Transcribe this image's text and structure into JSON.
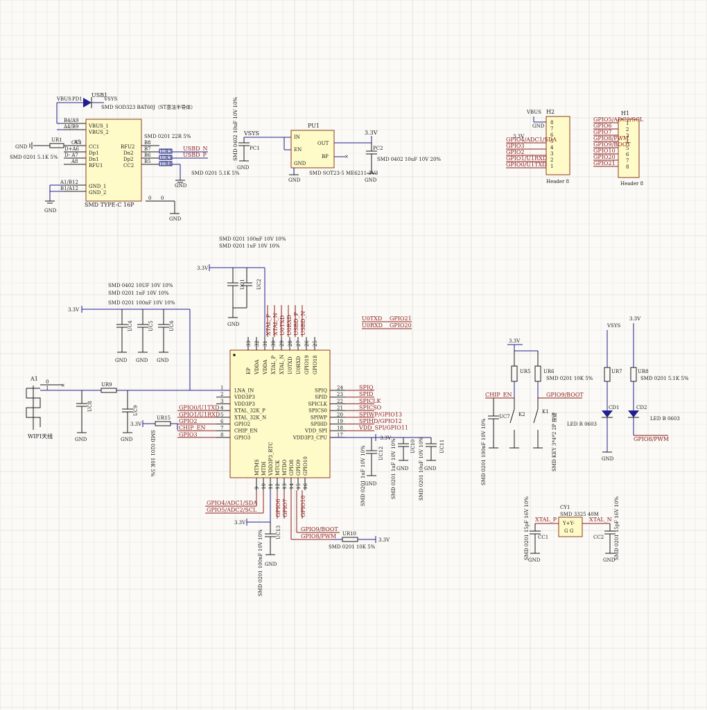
{
  "grid": {
    "minor_color": "#e6e6e6",
    "major_color": "#d0d0d0"
  },
  "colors": {
    "wire": "#1f1f8f",
    "net": "#8b1a1a",
    "component": "#1a1a1a",
    "body_fill": "#fffbc8"
  },
  "usb": {
    "ref": "USB1",
    "footprint": "SMD TYPE-C 16P",
    "pins_left": [
      "B4/A9",
      "A4/B9",
      "CC1",
      "D+A6",
      "D- A7",
      "A8",
      "A1/B12",
      "B1/A12"
    ],
    "inner_left": [
      "VBUS_1",
      "VBUS_2",
      "CC1",
      "Dp1",
      "Dn1",
      "RFU1",
      "GND_1",
      "GND_2"
    ],
    "inner_right": [
      "RFU2",
      "Dn2",
      "Dp2",
      "CC2"
    ],
    "pins_right": [
      "B8",
      "B7",
      "B6",
      "B5"
    ],
    "vbus": "VBUS",
    "vsys": "VSYS",
    "diode_ref": "PD1",
    "diode_value": "SMD SOD323 BAT60J（ST意法半导体）",
    "ur1_ref": "UR1",
    "ur1_value": "SMD 0201 5.1K 5%",
    "ur2_value": "SMD 0201 22R 5%",
    "ur_refs": [
      "UR2",
      "UR3",
      "UR4"
    ],
    "ur4_value": "SMD 0201 5.1K 5%",
    "net_usbd_n": "USBD_N",
    "net_usbd_p": "USBD_P",
    "gnd": "GND",
    "zero": "0",
    "a5_label": "A5"
  },
  "ldo": {
    "ref": "PU1",
    "value": "SMD SOT23-5 ME6211-3V3",
    "pins": [
      "IN",
      "EN",
      "GND",
      "OUT",
      "BP"
    ],
    "pc1_ref": "PC1",
    "pc1_value": "SMD 0402 10uF 10V 10%",
    "pc2_ref": "PC2",
    "pc2_value": "SMD 0402 10uF 10V 20%",
    "vsys": "VSYS",
    "out_net": "3.3V",
    "gnd": "GND"
  },
  "h2": {
    "ref": "H2",
    "value": "Header 8",
    "vbus": "VBUS",
    "gnd": "GND",
    "v33": "3.3V",
    "nets": [
      "GPIO4/ADC1/SDA",
      "GPIO3",
      "GPIO2",
      "GPIO1/U1RXD",
      "GPIO0/U1TXD"
    ],
    "pins": [
      "8",
      "7",
      "6",
      "5",
      "4",
      "3",
      "2",
      "1"
    ]
  },
  "h1": {
    "ref": "H1",
    "value": "Header 8",
    "nets": [
      "GPIO5/ADC2/SCL",
      "GPIO6",
      "GPIO7",
      "GPIO8/PWM",
      "GPIO9/BOOT",
      "GPIO10",
      "GPIO20",
      "GPIO21"
    ],
    "pins": [
      "1",
      "2",
      "3",
      "4",
      "5",
      "6",
      "7",
      "8"
    ]
  },
  "mcu": {
    "left_pins": [
      {
        "num": "1",
        "name": "LNA_IN",
        "net": ""
      },
      {
        "num": "2",
        "name": "VDD3P3",
        "net": ""
      },
      {
        "num": "3",
        "name": "VDD3P3",
        "net": ""
      },
      {
        "num": "4",
        "name": "XTAL_32K_P",
        "net": "GPIO0/U1TXD"
      },
      {
        "num": "5",
        "name": "XTAL_32K_N",
        "net": "GPIO1/U1RXD"
      },
      {
        "num": "6",
        "name": "GPIO2",
        "net": "GPIO2"
      },
      {
        "num": "7",
        "name": "CHIP_EN",
        "net": "CHIP_EN"
      },
      {
        "num": "8",
        "name": "GPIO3",
        "net": "GPIO3"
      }
    ],
    "right_pins": [
      {
        "num": "24",
        "name": "SPIQ",
        "net": "SPIQ"
      },
      {
        "num": "23",
        "name": "SPID",
        "net": "SPID"
      },
      {
        "num": "22",
        "name": "SPICLK",
        "net": "SPICLK"
      },
      {
        "num": "21",
        "name": "SPICS0",
        "net": "SPICSO"
      },
      {
        "num": "20",
        "name": "SPIWP",
        "net": "SPIWP/GPIO13"
      },
      {
        "num": "19",
        "name": "SPIHD",
        "net": "SPIHD/GPIO12"
      },
      {
        "num": "18",
        "name": "VDD_SPI",
        "net": "VDD_SPI/GPIO11"
      },
      {
        "num": "17",
        "name": "VDD3P3_CPU",
        "net": ""
      }
    ],
    "top_pins": [
      {
        "num": "33",
        "name": "EP"
      },
      {
        "num": "32",
        "name": "VDDA"
      },
      {
        "num": "31",
        "name": "VDDA"
      },
      {
        "num": "30",
        "name": "XTAL_P"
      },
      {
        "num": "29",
        "name": "XTAL_N"
      },
      {
        "num": "28",
        "name": "U0TXD"
      },
      {
        "num": "27",
        "name": "U0RXD"
      },
      {
        "num": "26",
        "name": "GPIO19"
      },
      {
        "num": "25",
        "name": "GPIO18"
      }
    ],
    "bottom_pins": [
      {
        "num": "9",
        "name": "MTMS"
      },
      {
        "num": "10",
        "name": "MTDI"
      },
      {
        "num": "11",
        "name": "VDD3P3_RTC"
      },
      {
        "num": "12",
        "name": "MTCK"
      },
      {
        "num": "13",
        "name": "MTDO"
      },
      {
        "num": "14",
        "name": "GPIO8"
      },
      {
        "num": "15",
        "name": "GPIO9"
      },
      {
        "num": "16",
        "name": "GPIO10"
      }
    ],
    "top_nets": [
      "XTAL_P",
      "XTAL_N",
      "U0TXD",
      "U0RXD",
      "USBD_P",
      "USBD_N"
    ],
    "bottom_nets": [
      "GPIO4/ADC1/SDA",
      "GPIO5/ADC2/SCL",
      "GPIO6",
      "GPIO7",
      "GPIO10",
      "GPIO9/BOOT",
      "GPIO8/PWM"
    ],
    "uart_nets": [
      "U0TXD",
      "GPIO21",
      "U0RXD",
      "GPIO20"
    ]
  },
  "decoupling": {
    "top_label1": "SMD 0201 100nF 10V 10%",
    "top_label2": "SMD 0201 1uF 10V 10%",
    "left_label1": "SMD 0402 10UF 10V 10%",
    "left_label2": "SMD 0201 1uF 10V 10%",
    "left_label3": "SMD 0201 100nF 10V 10%",
    "v33": "3.3V",
    "gnd": "GND",
    "uc1": "UC1",
    "uc2": "UC2",
    "uc4": "UC4",
    "uc5": "UC5",
    "uc6": "UC6",
    "uc12": "UC12",
    "uc12_value": "SMD 0201 1uF 10V 10%",
    "uc10": "UC10",
    "uc10_value": "SMD 0201 1uF 10V 10%",
    "uc11": "UC11",
    "uc11_value": "SMD 0201 10uF 10V 10%",
    "uc13": "UC13",
    "uc13_value": "SMD 0201 100nF 10V 10%"
  },
  "antenna": {
    "ref": "A1",
    "value": "WIFI天线",
    "ur9": "UR9",
    "uc8": "UC8",
    "uc9": "UC9",
    "pin0": "0",
    "pin1": "1",
    "ur15": "UR15",
    "ur15_value": "SMD 0201 10K 5%",
    "v33": "3.3V",
    "gnd": "GND"
  },
  "boot": {
    "ur10": "UR10",
    "ur10_value": "SMD 0201 10K 5%",
    "v33": "3.3V",
    "net1": "GPIO9/BOOT",
    "net2": "GPIO8/PWM"
  },
  "keys": {
    "v33": "3.3V",
    "ur5": "UR5",
    "ur6": "UR6",
    "ur6_value": "SMD 0201 10K 5%",
    "chip_en": "CHIP_EN",
    "gpio9": "GPIO9/BOOT",
    "uc7": "UC7",
    "uc7_value": "SMD 0201 100nF 10V 10%",
    "k1": "K1",
    "k2": "K2",
    "key_value": "SMD KEY 3*4*2 2P 按键",
    "gnd": "GND"
  },
  "leds": {
    "vsys": "VSYS",
    "v33": "3.3V",
    "ur7": "UR7",
    "ur8": "UR8",
    "ur8_value": "SMD 0201 5.1K 5%",
    "cd1": "CD1",
    "cd1_value": "LED R 0603",
    "cd2": "CD2",
    "cd2_value": "LED B 0603",
    "gpio8": "GPIO8/PWM",
    "gnd": "GND"
  },
  "crystal": {
    "ref": "CY1",
    "value": "SMD 3325 40M",
    "pins_top": "Y+Y-",
    "pins_bot": "G  G",
    "xtal_p": "XTAL_P",
    "xtal_n": "XTAL_N",
    "cc1": "CC1",
    "cc2": "CC2",
    "cap_value": "SMD 0201 15pF 16V 10%",
    "gnd": "GND"
  }
}
